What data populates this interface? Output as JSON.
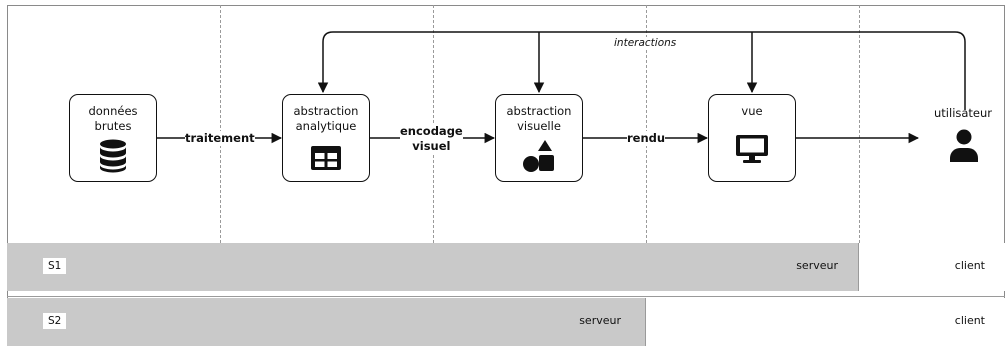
{
  "pipeline": {
    "stages": [
      {
        "label": "données\nbrutes",
        "icon": "database-icon"
      },
      {
        "label": "abstraction\nanalytique",
        "icon": "table-icon"
      },
      {
        "label": "abstraction\nvisuelle",
        "icon": "shapes-icon"
      },
      {
        "label": "vue",
        "icon": "monitor-icon"
      }
    ],
    "steps": [
      "traitement",
      "encodage\nvisuel",
      "rendu"
    ],
    "feedback_label": "interactions",
    "user_label": "utilisateur",
    "user_icon": "user-icon"
  },
  "splits": [
    {
      "tag": "S1",
      "server_label": "serveur",
      "client_label": "client"
    },
    {
      "tag": "S2",
      "server_label": "serveur",
      "client_label": "client"
    }
  ],
  "colors": {
    "server_fill": "#c9c9c9",
    "stroke": "#111111",
    "dash": "#9a9a9a"
  }
}
